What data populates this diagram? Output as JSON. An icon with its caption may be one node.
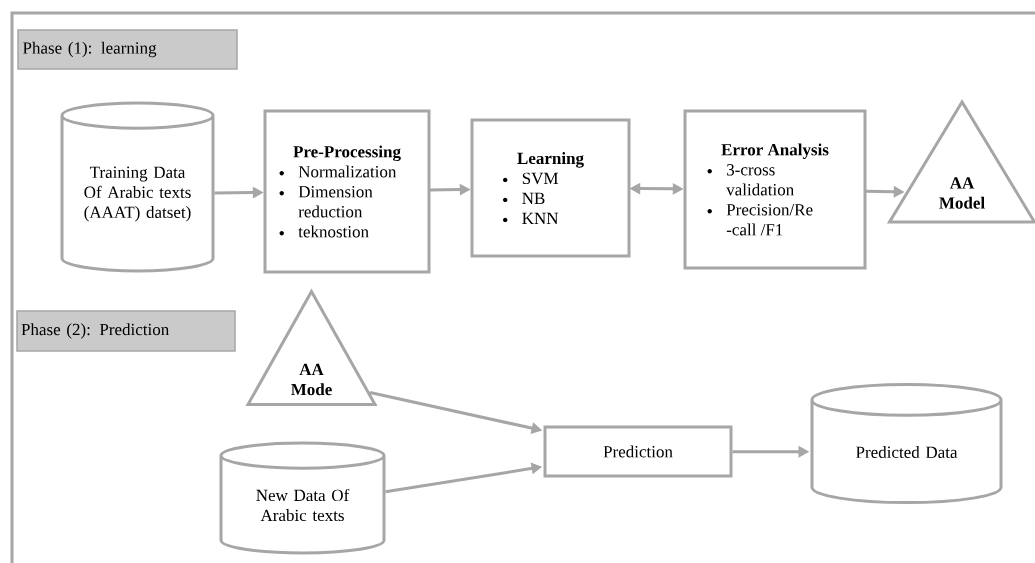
{
  "diagram": {
    "nodes": [
      {
        "text": [
          "Phase (1): learning"
        ]
      },
      {
        "text": [
          "Training Data Of Arabic texts (AAAT) datset)"
        ]
      },
      {
        "text": [
          "Pre-Processing",
          "Normalization",
          "Dimension reduction",
          "teknostion"
        ]
      },
      {
        "text": [
          "Learning",
          "SVM",
          "NB",
          "KNN"
        ]
      },
      {
        "text": [
          "Error Analysis",
          "3-cross validation",
          "Precision/Re -call /F1"
        ]
      },
      {
        "text": [
          "AA Model"
        ]
      },
      {
        "text": [
          "Phase (2): Prediction"
        ]
      },
      {
        "text": [
          "AA Mode"
        ]
      },
      {
        "text": [
          "New Data Of Arabic texts"
        ]
      },
      {
        "text": [
          "Prediction"
        ]
      },
      {
        "text": [
          "Predicted Data"
        ]
      }
    ],
    "edges": [
      {
        "from": 1,
        "to": 2,
        "arrow": "to"
      },
      {
        "from": 2,
        "to": 3,
        "arrow": "to"
      },
      {
        "from": 3,
        "to": 4,
        "arrow": "both"
      },
      {
        "from": 4,
        "to": 5,
        "arrow": "to"
      },
      {
        "from": 7,
        "to": 9,
        "arrow": "to"
      },
      {
        "from": 8,
        "to": 9,
        "arrow": "to"
      },
      {
        "from": 9,
        "to": 10,
        "arrow": "to"
      }
    ]
  }
}
